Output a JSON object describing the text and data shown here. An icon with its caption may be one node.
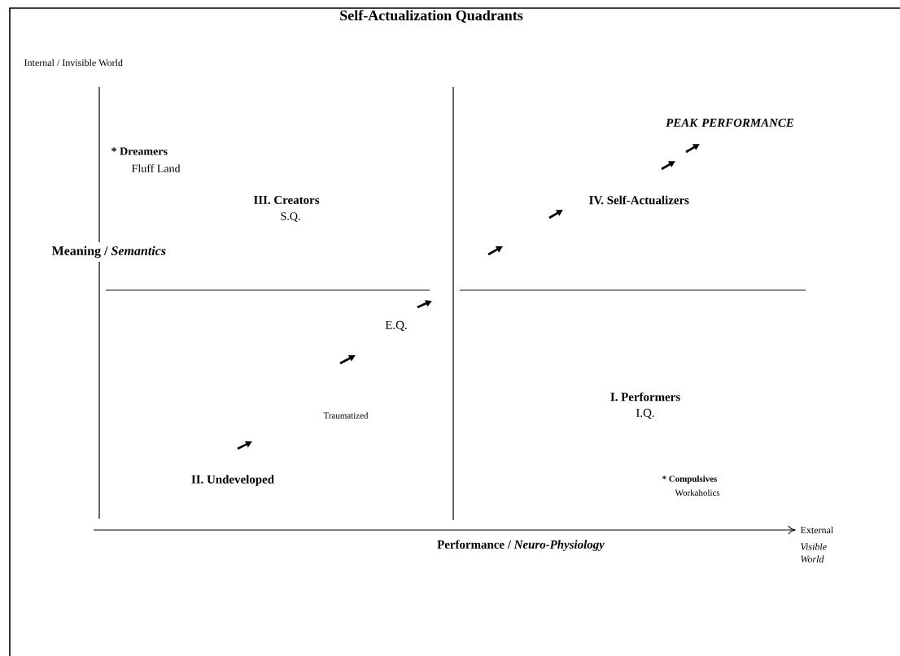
{
  "diagram": {
    "title": "Self-Actualization Quadrants",
    "labels": [
      "Internal / Invisible World",
      "PEAK PERFORMANCE",
      "* Dreamers",
      "Fluff Land",
      "III. Creators",
      "S.Q.",
      "IV. Self-Actualizers",
      "Meaning / *Semantics*",
      "E.Q.",
      "I. Performers",
      "I.Q.",
      "Traumatized",
      "II. Undeveloped",
      "* Compulsives",
      "Workaholics",
      "External",
      "Performance / *Neuro-Physiology*",
      "Visible World"
    ]
  }
}
